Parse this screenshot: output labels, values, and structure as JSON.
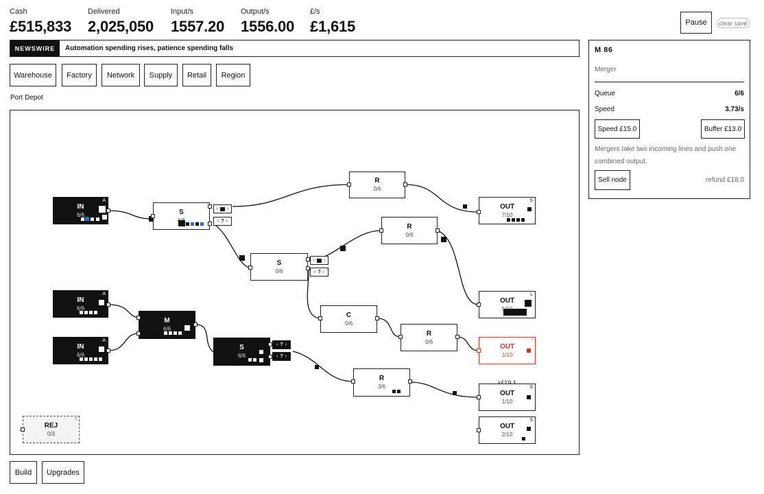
{
  "stats": [
    {
      "label": "Cash",
      "value": "£515,833"
    },
    {
      "label": "Delivered",
      "value": "2,025,050"
    },
    {
      "label": "Input/s",
      "value": "1557.20"
    },
    {
      "label": "Output/s",
      "value": "1556.00"
    },
    {
      "label": "£/s",
      "value": "£1,615"
    }
  ],
  "controls": {
    "pause_label": "Pause",
    "clear_save_label": "clear save"
  },
  "newswire": {
    "tag": "NEWSWIRE",
    "headline": "Automation spending rises, patience spending falls"
  },
  "tabs": [
    "Warehouse",
    "Factory",
    "Network",
    "Supply",
    "Retail",
    "Region"
  ],
  "region_name": "Port Depot",
  "nodes": {
    "in1": {
      "title": "IN",
      "count": "6/6",
      "corner": "A"
    },
    "in2": {
      "title": "IN",
      "count": "6/6",
      "corner": "A"
    },
    "in3": {
      "title": "IN",
      "count": "6/6",
      "corner": "A"
    },
    "s1": {
      "title": "S",
      "count": "6/6"
    },
    "s2": {
      "title": "S",
      "count": "0/6"
    },
    "s3": {
      "title": "S",
      "count": "6/6"
    },
    "r1": {
      "title": "R",
      "count": "0/6"
    },
    "r2": {
      "title": "R",
      "count": "0/6"
    },
    "r3": {
      "title": "R",
      "count": "0/6"
    },
    "r4": {
      "title": "R",
      "count": "3/6"
    },
    "c1": {
      "title": "C",
      "count": "0/6"
    },
    "m1": {
      "title": "M",
      "count": "6/6"
    },
    "out1": {
      "title": "OUT",
      "count": "7/10",
      "corner": "S"
    },
    "out2": {
      "title": "OUT",
      "count": "5/10",
      "corner": "L"
    },
    "out3": {
      "title": "OUT",
      "count": "1/10",
      "corner": "!"
    },
    "out4": {
      "title": "OUT",
      "count": "1/10",
      "corner": "S"
    },
    "out5": {
      "title": "OUT",
      "count": "2/10",
      "corner": "S"
    },
    "rej": {
      "title": "REJ",
      "count": "0/3",
      "corner": "!"
    }
  },
  "splitter_controls": {
    "arrow_left": "‹",
    "arrow_right": "›",
    "unknown": "?"
  },
  "float_text": "+£19.1",
  "panel": {
    "id": "M 86",
    "type": "Merger",
    "queue_label": "Queue",
    "queue_value": "6/6",
    "speed_label": "Speed",
    "speed_value": "3.73/s",
    "speed_btn": "Speed £15.0",
    "buffer_btn": "Buffer £13.0",
    "description": "Mergers take two incoming lines and push one combined output.",
    "sell_btn": "Sell node",
    "refund": "refund £18.0"
  },
  "bottom": {
    "build_label": "Build",
    "upgrades_label": "Upgrades"
  },
  "colors": {
    "accent_blue": "#2f6fd0",
    "alert_red": "#c0392b",
    "dark": "#111111"
  }
}
